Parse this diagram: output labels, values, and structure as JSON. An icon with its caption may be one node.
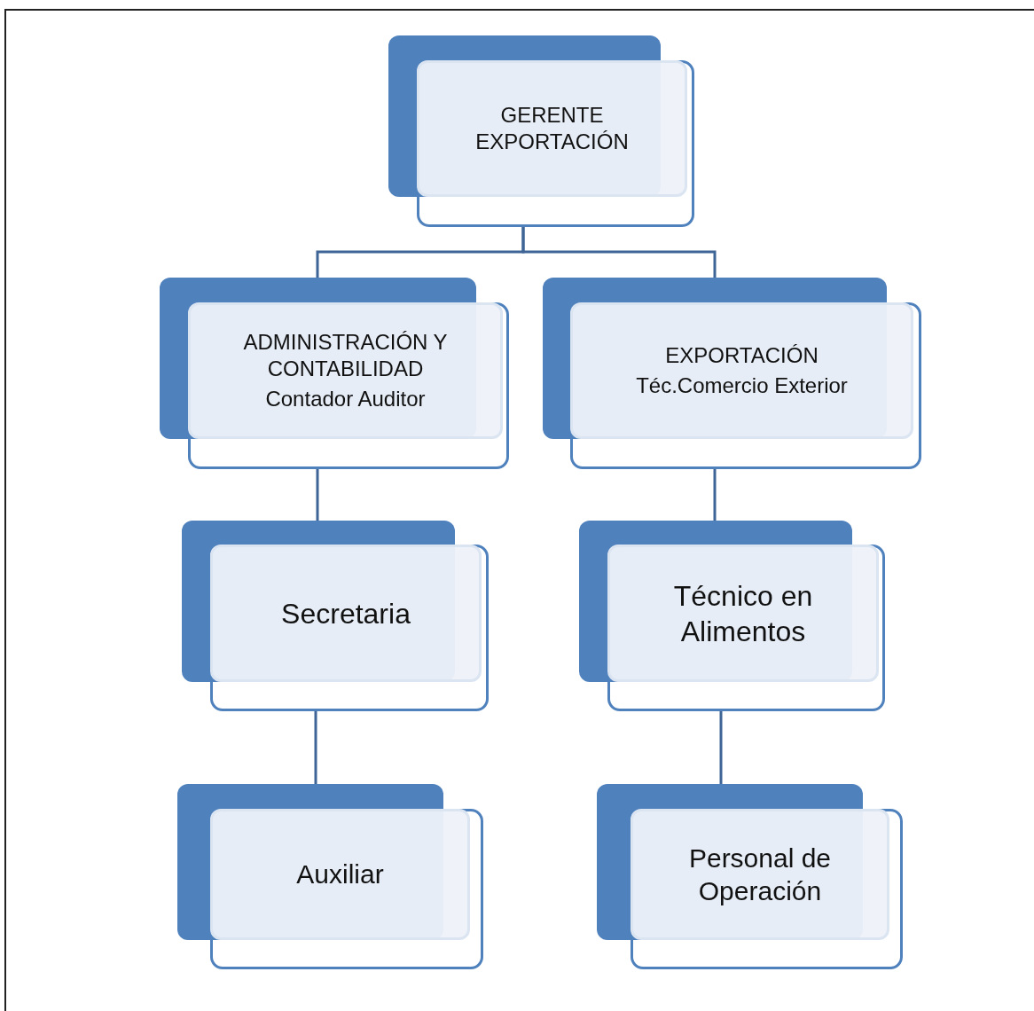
{
  "diagram": {
    "nodes": [
      {
        "text": [
          "GERENTE EXPORTACIÓN"
        ]
      },
      {
        "text": [
          "ADMINISTRACIÓN Y CONTABILIDAD",
          "Contador Auditor"
        ]
      },
      {
        "text": [
          "EXPORTACIÓN",
          "Téc.Comercio Exterior"
        ]
      },
      {
        "text": [
          "Secretaria"
        ]
      },
      {
        "text": [
          "Técnico en Alimentos"
        ]
      },
      {
        "text": [
          "Auxiliar"
        ]
      },
      {
        "text": [
          "Personal de Operación"
        ]
      }
    ],
    "edges": [
      {
        "from": 0,
        "to": 1,
        "arrow": "none"
      },
      {
        "from": 0,
        "to": 2,
        "arrow": "none"
      },
      {
        "from": 1,
        "to": 3,
        "arrow": "none"
      },
      {
        "from": 2,
        "to": 4,
        "arrow": "none"
      },
      {
        "from": 3,
        "to": 5,
        "arrow": "none"
      },
      {
        "from": 4,
        "to": 6,
        "arrow": "none"
      }
    ]
  }
}
